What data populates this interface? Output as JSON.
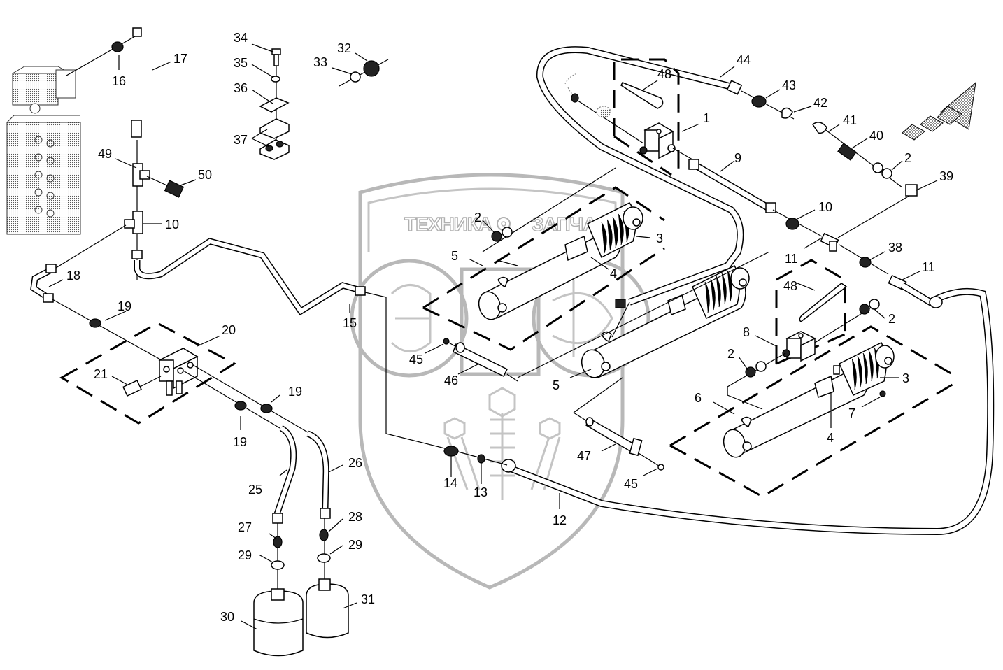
{
  "diagram": {
    "type": "exploded-parts-diagram",
    "subject": "hydraulic lift cylinder circuit",
    "watermark": {
      "left_word": "ТЕХНИКА",
      "right_word": "ЗАПЧАСТИ",
      "emblem": "ЭПФ"
    },
    "direction_arrow": "travel-direction-arrow",
    "callouts": {
      "c1": "1",
      "c2a": "2",
      "c2b": "2",
      "c2c": "2",
      "c2d": "2",
      "c3a": "3",
      "c3b": "3",
      "c4a": "4",
      "c4b": "4",
      "c5a": "5",
      "c5b": "5",
      "c6": "6",
      "c7": "7",
      "c8": "8",
      "c9": "9",
      "c10a": "10",
      "c10b": "10",
      "c11a": "11",
      "c11b": "11",
      "c12": "12",
      "c13": "13",
      "c14": "14",
      "c15": "15",
      "c16": "16",
      "c17": "17",
      "c18": "18",
      "c19a": "19",
      "c19b": "19",
      "c19c": "19",
      "c20": "20",
      "c21": "21",
      "c25": "25",
      "c26": "26",
      "c27": "27",
      "c28": "28",
      "c29a": "29",
      "c29b": "29",
      "c30": "30",
      "c31": "31",
      "c32": "32",
      "c33": "33",
      "c34": "34",
      "c35": "35",
      "c36": "36",
      "c37": "37",
      "c38": "38",
      "c39": "39",
      "c40": "40",
      "c41": "41",
      "c42": "42",
      "c43": "43",
      "c44": "44",
      "c45a": "45",
      "c45b": "45",
      "c46": "46",
      "c47": "47",
      "c48a": "48",
      "c48b": "48",
      "c49": "49",
      "c50": "50"
    }
  }
}
